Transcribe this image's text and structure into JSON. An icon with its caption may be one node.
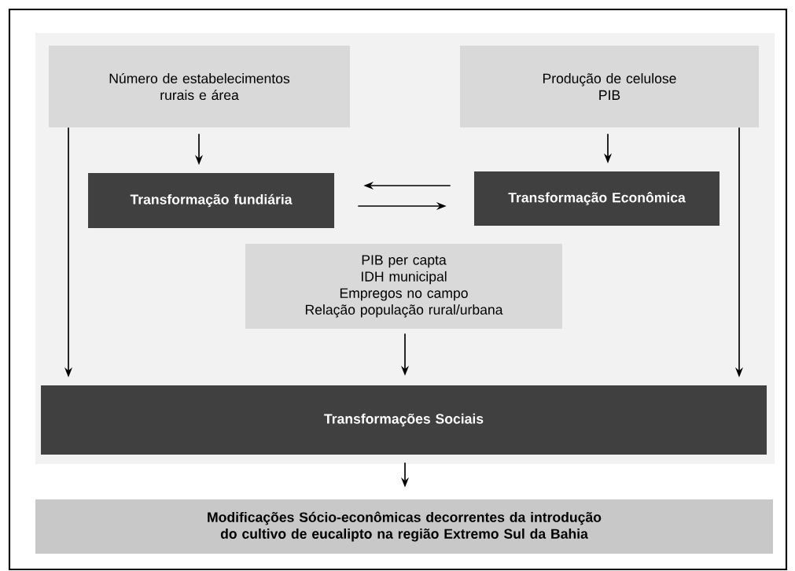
{
  "diagram": {
    "nodes": [
      {
        "text": [
          "Número de estabelecimentos rurais e área"
        ]
      },
      {
        "text": [
          "Produção de celulose",
          "PIB"
        ]
      },
      {
        "text": [
          "Transformação fundiária"
        ]
      },
      {
        "text": [
          "Transformação Econômica"
        ]
      },
      {
        "text": [
          "PIB per capta",
          "IDH municipal",
          "Empregos no campo",
          "Relação população rural/urbana"
        ]
      },
      {
        "text": [
          "Transformações Sociais"
        ]
      },
      {
        "text": [
          "Modificações Sócio-econômicas decorrentes da introdução do cultivo de eucalipto na região Extremo Sul da Bahia"
        ]
      }
    ],
    "edges": [
      {
        "from": 0,
        "to": 2,
        "arrow": "to"
      },
      {
        "from": 1,
        "to": 3,
        "arrow": "to"
      },
      {
        "from": 3,
        "to": 2,
        "arrow": "to"
      },
      {
        "from": 2,
        "to": 3,
        "arrow": "to"
      },
      {
        "from": 0,
        "to": 5,
        "arrow": "to"
      },
      {
        "from": 1,
        "to": 5,
        "arrow": "to"
      },
      {
        "from": 4,
        "to": 5,
        "arrow": "to"
      },
      {
        "from": 5,
        "to": 6,
        "arrow": "to"
      }
    ]
  }
}
